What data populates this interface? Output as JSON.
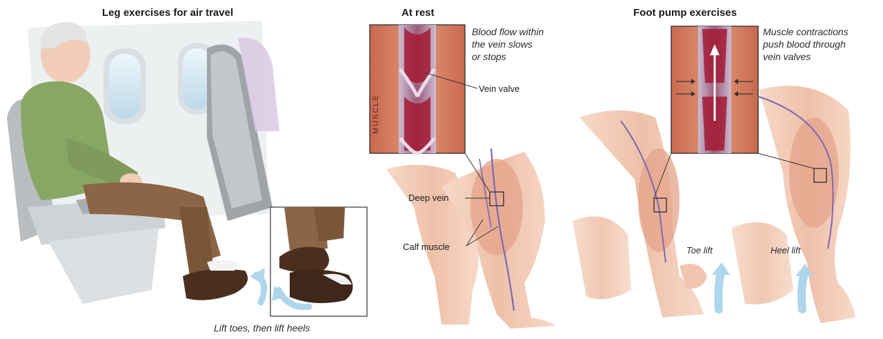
{
  "panels": {
    "air_travel": {
      "title": "Leg exercises for air travel",
      "caption": "Lift toes, then lift heels"
    },
    "at_rest": {
      "title": "At rest",
      "note_line1": "Blood flow within",
      "note_line2": "the vein slows",
      "note_line3": "or stops",
      "inset_label": "MUSCLE",
      "callouts": {
        "vein_valve": "Vein valve",
        "deep_vein": "Deep vein",
        "calf_muscle": "Calf muscle"
      }
    },
    "foot_pump": {
      "title": "Foot pump exercises",
      "note_line1": "Muscle contractions",
      "note_line2": "push blood through",
      "note_line3": "vein valves",
      "callouts": {
        "toe_lift": "Toe lift",
        "heel_lift": "Heel lift"
      }
    }
  },
  "colors": {
    "skin": "#f2c7b1",
    "muscle": "#d98b6c",
    "blood": "#a21a35",
    "vein": "#7a68b4",
    "arrow": "#aed6ec",
    "shirt": "#88a664",
    "pants": "#8b6545",
    "shoe": "#4a2f1f"
  }
}
